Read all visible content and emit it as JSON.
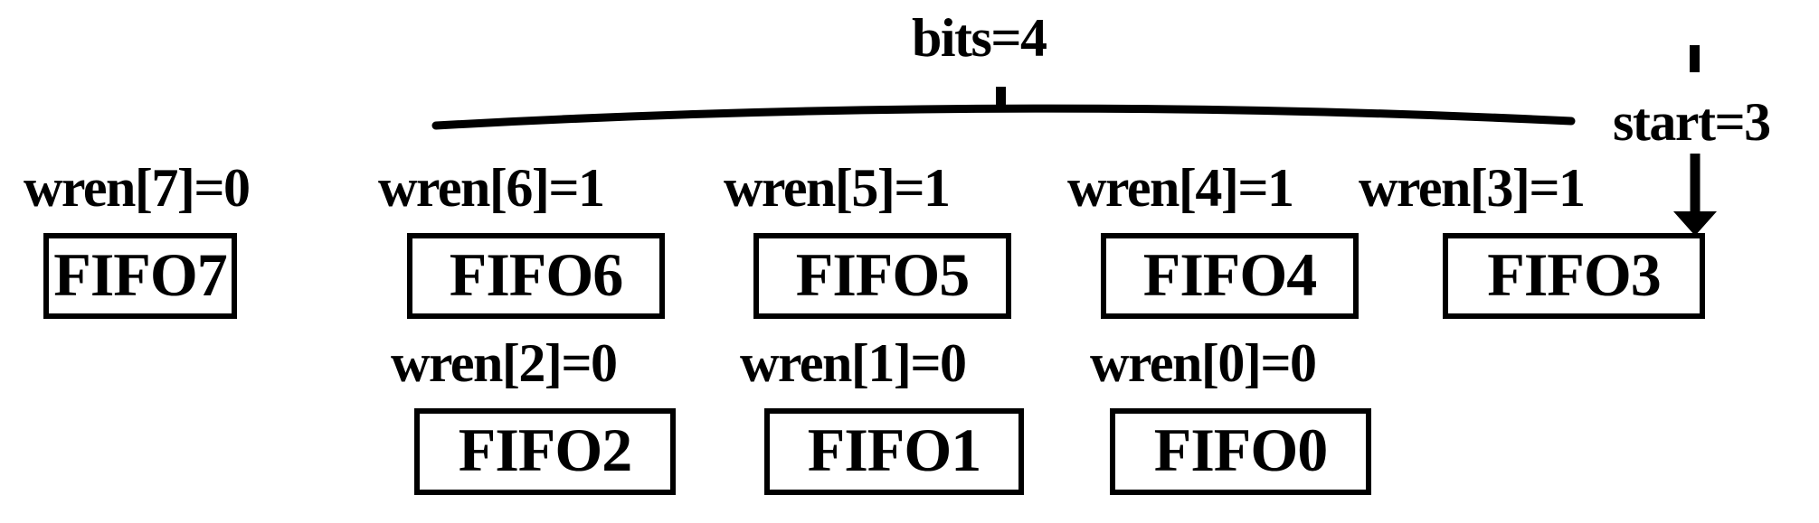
{
  "diagram": {
    "title": "FIFO write-enable bit-vector diagram",
    "ink_color": "#000000",
    "background_color": "#ffffff",
    "span_label": "bits=4",
    "start_label": "start=3",
    "rows": [
      {
        "name": "upper-row",
        "cells": [
          {
            "wren": "wren[7]=0",
            "fifo": "FIFO7"
          },
          {
            "wren": "wren[6]=1",
            "fifo": "FIFO6"
          },
          {
            "wren": "wren[5]=1",
            "fifo": "FIFO5"
          },
          {
            "wren": "wren[4]=1",
            "fifo": "FIFO4"
          },
          {
            "wren": "wren[3]=1",
            "fifo": "FIFO3"
          }
        ]
      },
      {
        "name": "lower-row",
        "cells": [
          {
            "wren": "wren[2]=0",
            "fifo": "FIFO2"
          },
          {
            "wren": "wren[1]=0",
            "fifo": "FIFO1"
          },
          {
            "wren": "wren[0]=0",
            "fifo": "FIFO0"
          }
        ]
      }
    ]
  }
}
